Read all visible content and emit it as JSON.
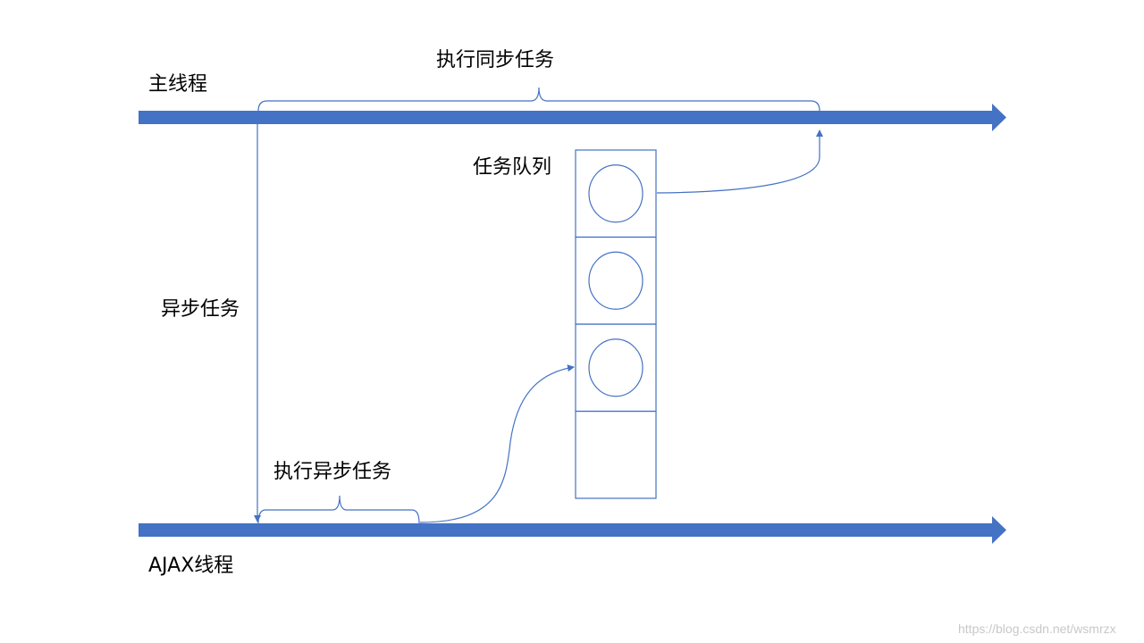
{
  "labels": {
    "main_thread": "主线程",
    "ajax_thread": "AJAX线程",
    "sync_tasks": "执行同步任务",
    "async_tasks": "执行异步任务",
    "async_task": "异步任务",
    "task_queue": "任务队列"
  },
  "task_queue": {
    "slots": [
      {
        "filled": true
      },
      {
        "filled": true
      },
      {
        "filled": true
      },
      {
        "filled": false
      }
    ]
  },
  "watermark": "https://blog.csdn.net/wsmrzx",
  "colors": {
    "thread_arrow": "#4472C4",
    "connector": "#4472C4",
    "text": "#000000"
  }
}
